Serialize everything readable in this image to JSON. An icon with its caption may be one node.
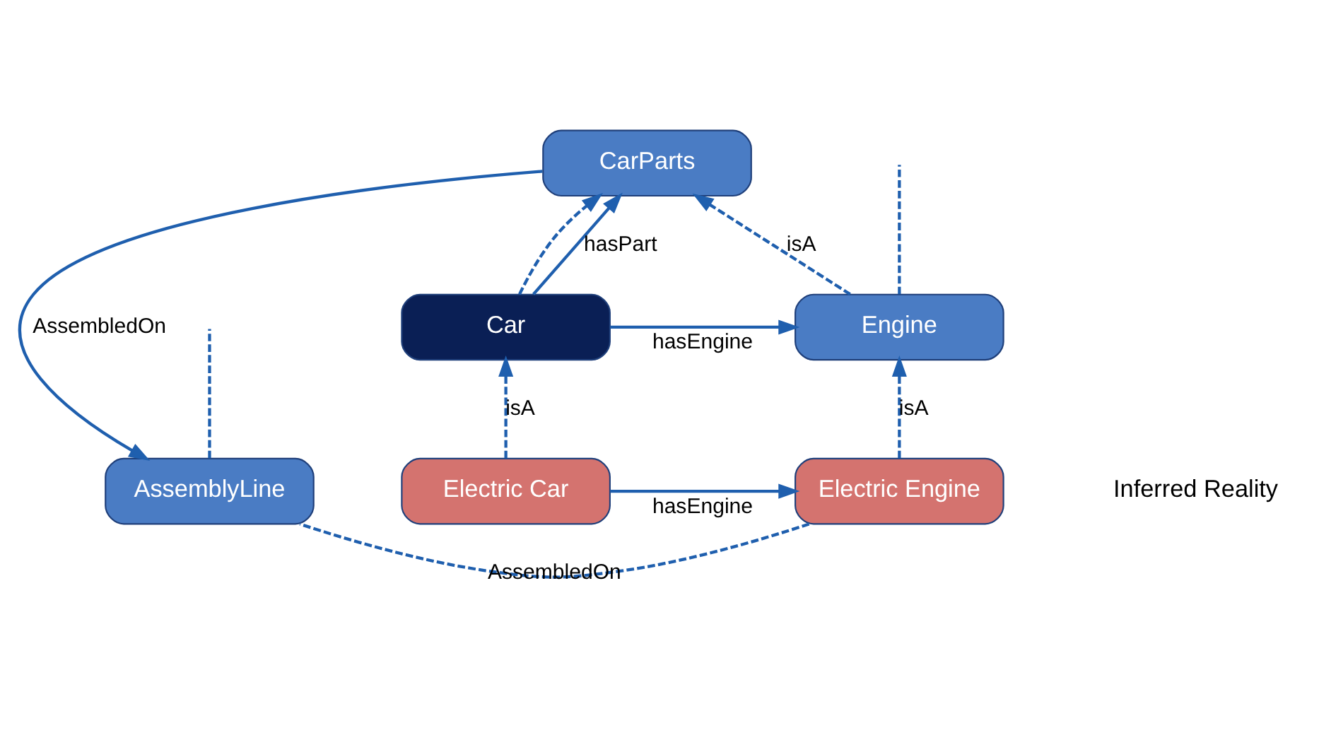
{
  "diagram": {
    "nodes": [
      {
        "text": [
          "CarParts"
        ]
      },
      {
        "text": [
          "Car"
        ]
      },
      {
        "text": [
          "Engine"
        ]
      },
      {
        "text": [
          "AssemblyLine"
        ]
      },
      {
        "text": [
          "Electric Car"
        ]
      },
      {
        "text": [
          "Electric Engine"
        ]
      }
    ],
    "edges": [
      {
        "from": 0,
        "to": 3,
        "arrow": "to",
        "label": "AssembledOn"
      },
      {
        "from": 1,
        "to": 0,
        "arrow": "to",
        "label": "hasPart"
      },
      {
        "from": 1,
        "to": 0,
        "arrow": "to",
        "style": "dashed"
      },
      {
        "from": 1,
        "to": 2,
        "arrow": "to",
        "label": "hasEngine"
      },
      {
        "from": 2,
        "to": 0,
        "arrow": "to",
        "style": "dashed",
        "label": "isA"
      },
      {
        "from": 4,
        "to": 1,
        "arrow": "to",
        "style": "dashed",
        "label": "isA"
      },
      {
        "from": 5,
        "to": 2,
        "arrow": "to",
        "style": "dashed",
        "label": "isA"
      },
      {
        "from": 4,
        "to": 5,
        "arrow": "to",
        "label": "hasEngine"
      },
      {
        "from": 2,
        "to": null,
        "arrow": "none",
        "style": "dashed"
      },
      {
        "from": 5,
        "to": 3,
        "arrow": "none",
        "style": "dashed",
        "label": "AssembledOn"
      },
      {
        "from": 3,
        "to": null,
        "arrow": "none",
        "style": "dashed"
      }
    ],
    "labels": [
      "Inferred Reality"
    ]
  }
}
